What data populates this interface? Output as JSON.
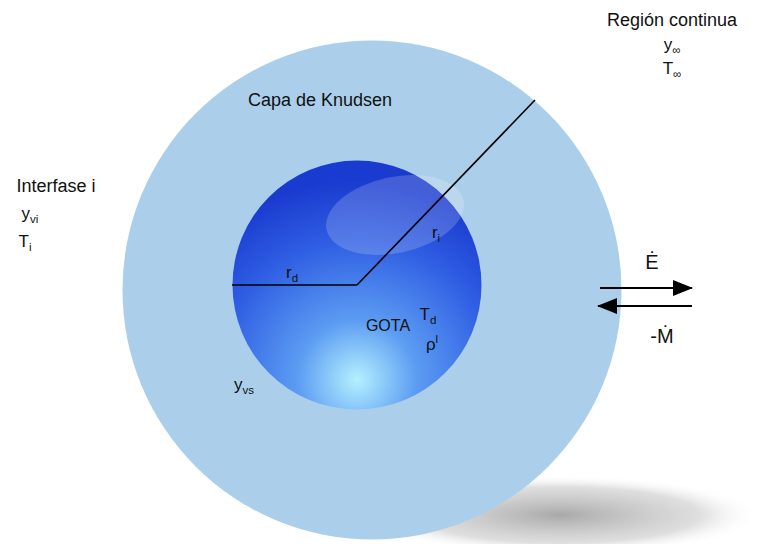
{
  "diagram": {
    "nodes": [
      {
        "text": [
          "Capa de Knudsen"
        ]
      },
      {
        "text": [
          "GOTA",
          "Td",
          "ρl",
          "rd",
          "ri"
        ],
        "in": 0
      }
    ],
    "labels": [
      "Región continua",
      "y∞",
      "T∞",
      "Interfase i",
      "yvi",
      "Ti",
      "yvs",
      "Ė",
      "-Ṁ"
    ]
  }
}
